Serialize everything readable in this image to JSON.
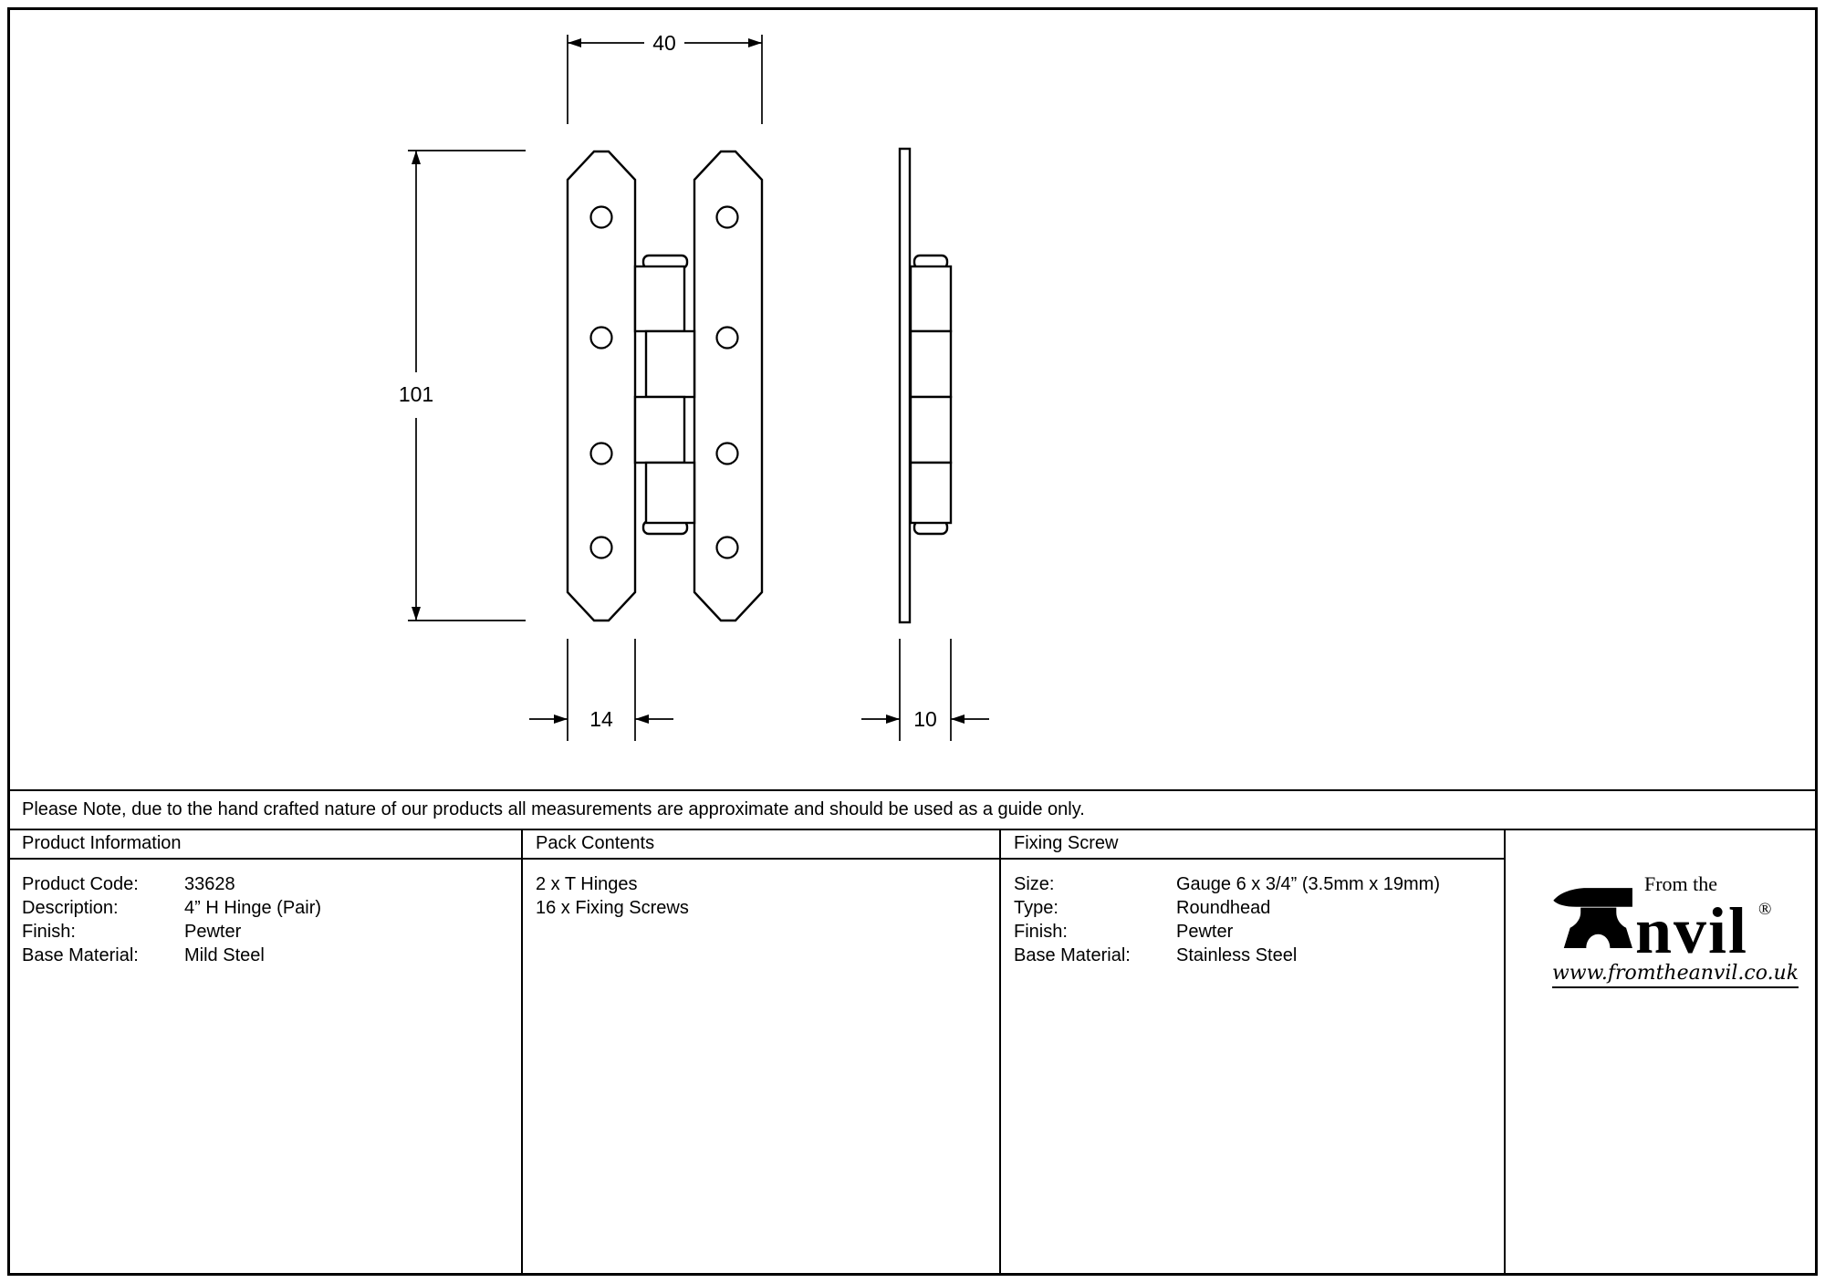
{
  "drawing": {
    "dimensions": {
      "width_mm": "40",
      "height_mm": "101",
      "leaf_width_mm": "14",
      "depth_mm": "10"
    }
  },
  "note": "Please Note, due to the hand crafted nature of our products all measurements are approximate and should be used as a guide only.",
  "table": {
    "product_information": {
      "header": "Product Information",
      "rows": [
        {
          "label": "Product Code:",
          "value": "33628"
        },
        {
          "label": "Description:",
          "value": "4” H Hinge (Pair)"
        },
        {
          "label": "Finish:",
          "value": "Pewter"
        },
        {
          "label": "Base Material:",
          "value": "Mild Steel"
        }
      ]
    },
    "pack_contents": {
      "header": "Pack Contents",
      "rows": [
        "2 x T Hinges",
        "16 x Fixing Screws"
      ]
    },
    "fixing_screw": {
      "header": "Fixing Screw",
      "rows": [
        {
          "label": "Size:",
          "value": "Gauge 6 x 3/4” (3.5mm x 19mm)"
        },
        {
          "label": "Type:",
          "value": "Roundhead"
        },
        {
          "label": "Finish:",
          "value": "Pewter"
        },
        {
          "label": "Base Material:",
          "value": "Stainless Steel"
        }
      ]
    }
  },
  "logo": {
    "brand": "Anvil",
    "brand_glyph_letter": "A",
    "brand_rest": "nvil",
    "tagline": "From the",
    "registered": "®",
    "website": "www.fromtheanvil.co.uk"
  },
  "colors": {
    "line": "#000000",
    "background": "#ffffff"
  }
}
